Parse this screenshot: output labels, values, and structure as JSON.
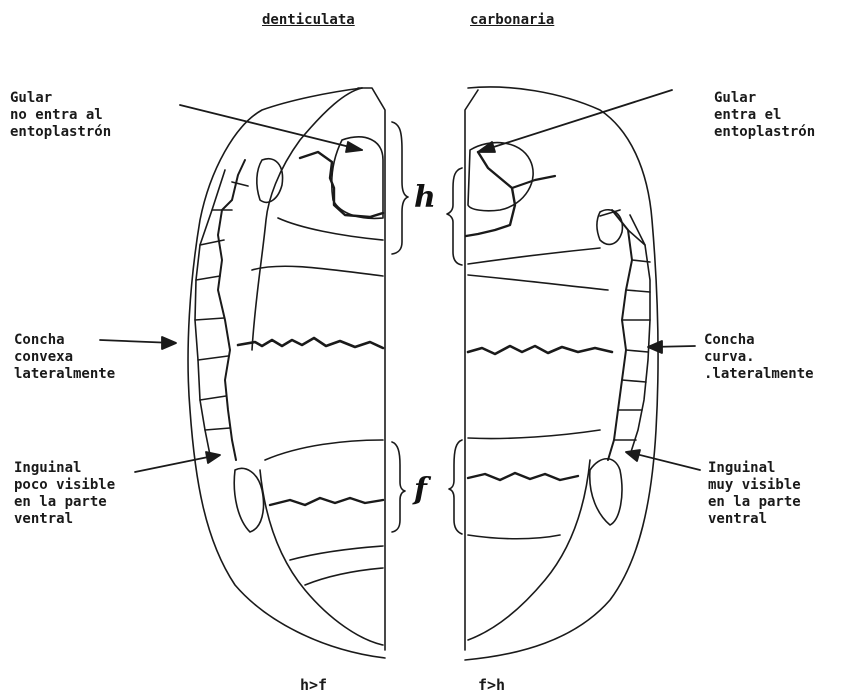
{
  "titles": {
    "left": "denticulata",
    "right": "carbonaria"
  },
  "labels": {
    "gular_left": [
      "Gular",
      "no entra al",
      "entoplastrón"
    ],
    "gular_right": [
      "Gular",
      "entra el",
      "entoplastrón"
    ],
    "concha_left": [
      "Concha",
      "convexa",
      "lateralmente"
    ],
    "concha_right": [
      "Concha",
      "curva.",
      ".lateralmente"
    ],
    "inguinal_left": [
      "Inguinal",
      "poco visible",
      "en la parte",
      "ventral"
    ],
    "inguinal_right": [
      "Inguinal",
      "muy visible",
      "en la parte",
      "ventral"
    ]
  },
  "markers": {
    "h": "h",
    "f": "f"
  },
  "ratios": {
    "left": "h>f",
    "right": "f>h"
  },
  "colors": {
    "ink": "#1a1a1a",
    "paper": "#ffffff"
  }
}
